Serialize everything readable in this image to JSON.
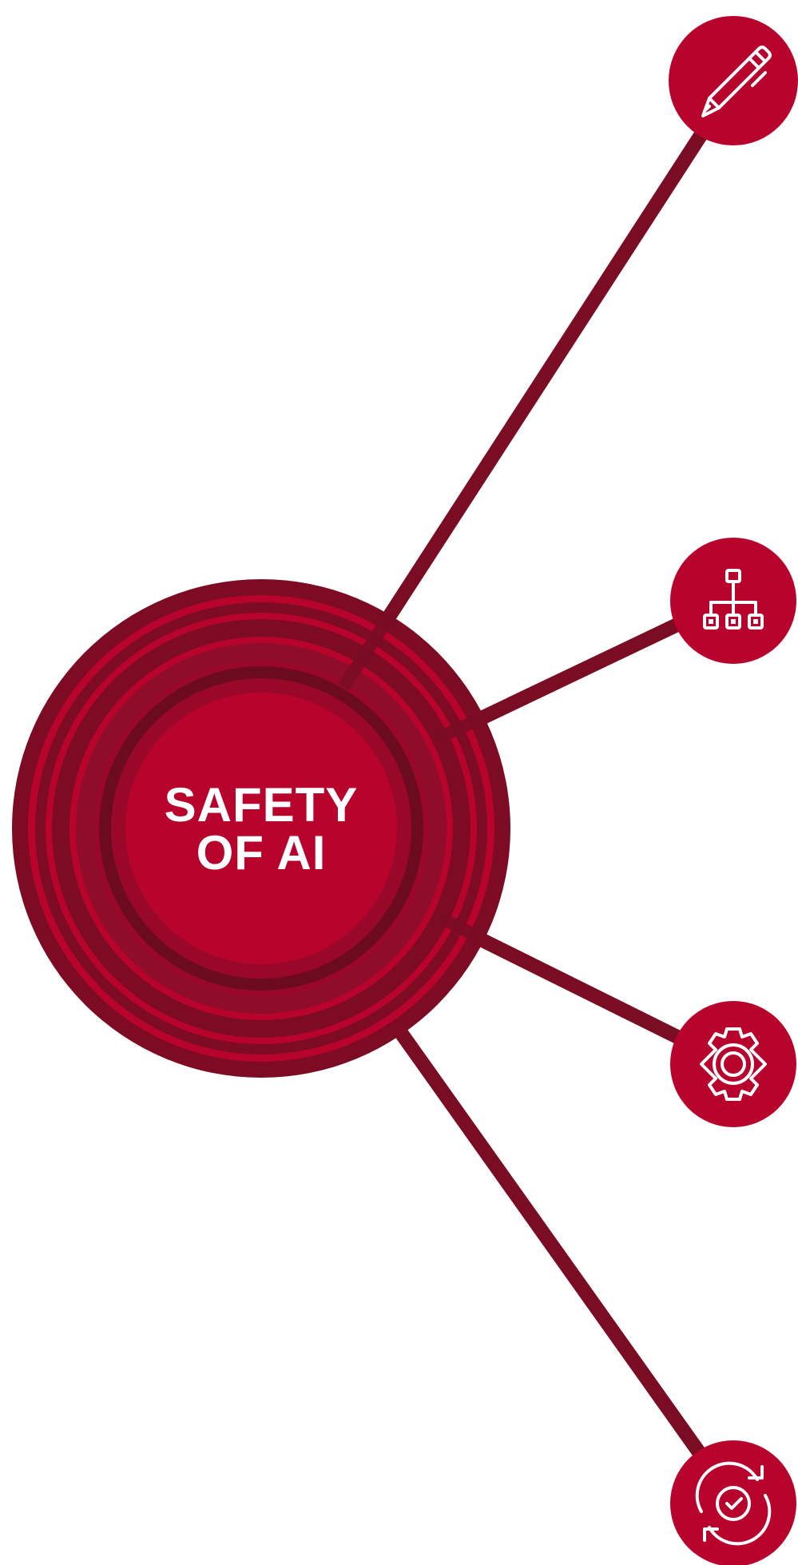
{
  "hub": {
    "title_line1": "SAFETY",
    "title_line2": "OF AI"
  },
  "nodes": [
    {
      "id": "edit",
      "icon": "pencil-icon"
    },
    {
      "id": "structure",
      "icon": "hierarchy-icon"
    },
    {
      "id": "settings",
      "icon": "gear-icon"
    },
    {
      "id": "review",
      "icon": "refresh-check-icon"
    }
  ],
  "colors": {
    "background": "#ffffff",
    "primary_red": "#b8042c",
    "dark_red": "#7d0b24",
    "ring_mid": "#8f0c2a",
    "ring_dark": "#6c0a1f",
    "ring_inner": "#9a0829",
    "connector": "#7a0c24",
    "text": "#ffffff"
  }
}
